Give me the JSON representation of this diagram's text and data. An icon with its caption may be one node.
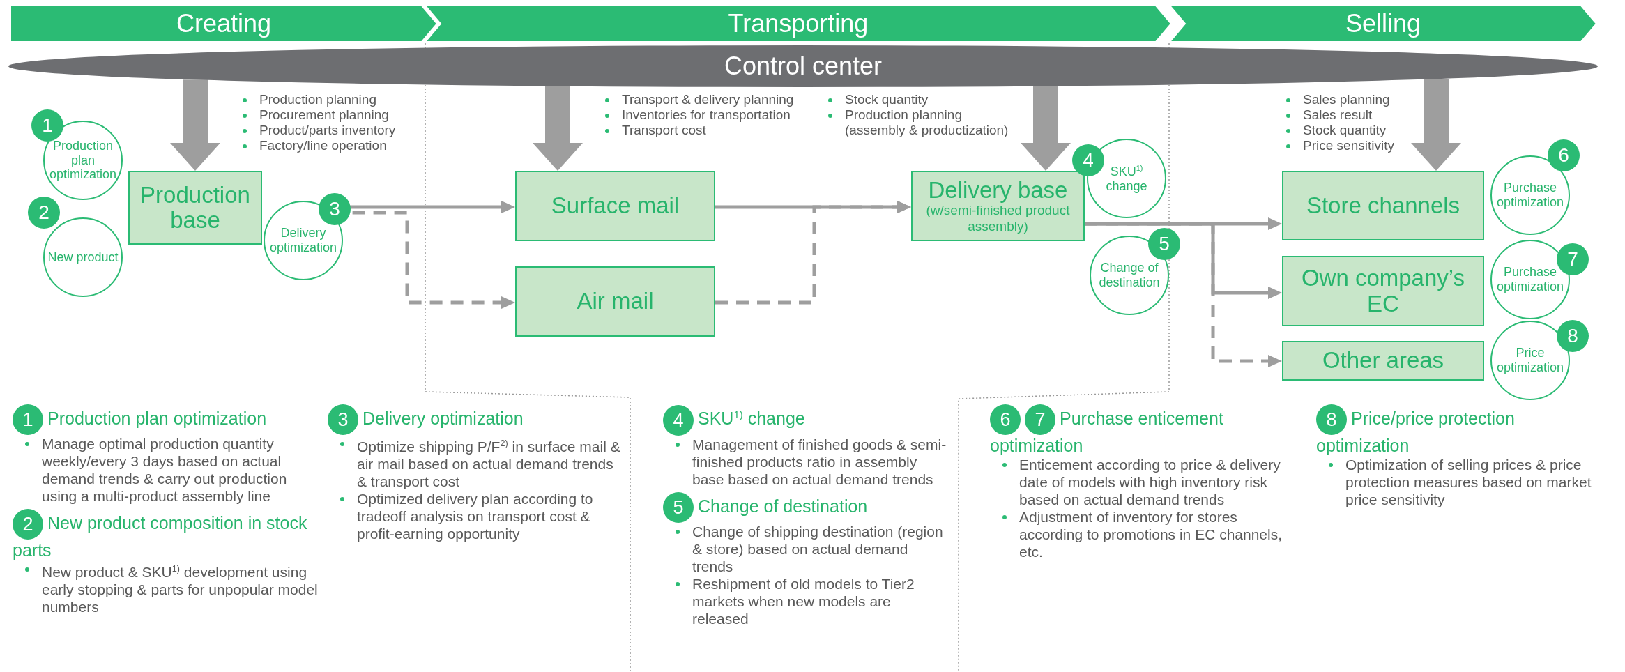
{
  "diagram": {
    "nodes": [
      {
        "text": [
          "Creating"
        ]
      },
      {
        "text": [
          "Transporting"
        ]
      },
      {
        "text": [
          "Selling"
        ]
      },
      {
        "text": [
          "Control center"
        ]
      },
      {
        "text": [
          "Production base"
        ]
      },
      {
        "text": [
          "1",
          "Production plan optimization"
        ]
      },
      {
        "text": [
          "2",
          "New product"
        ]
      },
      {
        "text": [
          "3",
          "Delivery optimization"
        ]
      },
      {
        "text": [
          "Surface mail"
        ]
      },
      {
        "text": [
          "Air mail"
        ]
      },
      {
        "text": [
          "Delivery base",
          "(w/semi-finished product assembly)"
        ]
      },
      {
        "text": [
          "4",
          "SKU$^{1)}$ change"
        ]
      },
      {
        "text": [
          "5",
          "Change of destination"
        ]
      },
      {
        "text": [
          "Store channels"
        ]
      },
      {
        "text": [
          "6",
          "Purchase optimization"
        ]
      },
      {
        "text": [
          "Own company’s EC"
        ]
      },
      {
        "text": [
          "7",
          "Purchase optimization"
        ]
      },
      {
        "text": [
          "Other areas"
        ]
      },
      {
        "text": [
          "8",
          "Price optimization"
        ]
      }
    ],
    "edges": [
      {
        "from": 3,
        "to": 4,
        "arrow": "to",
        "style": "thick"
      },
      {
        "from": 3,
        "to": 8,
        "arrow": "to",
        "style": "thick"
      },
      {
        "from": 3,
        "to": 10,
        "arrow": "to",
        "style": "thick"
      },
      {
        "from": 3,
        "to": 13,
        "arrow": "to",
        "style": "thick"
      },
      {
        "from": 7,
        "to": 8,
        "arrow": "to"
      },
      {
        "from": 7,
        "to": 9,
        "arrow": "to",
        "style": "dashed"
      },
      {
        "from": 8,
        "to": 10,
        "arrow": "to"
      },
      {
        "from": 9,
        "to": 10,
        "arrow": "to",
        "style": "dashed"
      },
      {
        "from": 10,
        "to": 13,
        "arrow": "to"
      },
      {
        "from": 10,
        "to": 15,
        "arrow": "to"
      },
      {
        "from": 10,
        "to": 17,
        "arrow": "to",
        "style": "dashed"
      }
    ],
    "labels": [
      "Production planning",
      "Procurement planning",
      "Product/parts inventory",
      "Factory/line operation",
      "Transport & delivery planning",
      "Inventories for transportation",
      "Transport cost",
      "Stock quantity",
      "Production planning (assembly & productization)",
      "Sales planning",
      "Sales result",
      "Stock quantity",
      "Price sensitivity",
      "1",
      "Production plan optimization",
      "Manage optimal production quantity weekly/every 3 days based on actual demand trends & carry out production using a multi-product assembly line",
      "2",
      "New product composition in stock parts",
      "New product & SKU$^{1)}$ development using early stopping & parts for unpopular model numbers",
      "3",
      "Delivery optimization",
      "Optimize shipping P/F$^{2)}$ in surface mail & air mail based on actual demand trends & transport cost",
      "Optimized delivery plan according to tradeoff analysis on transport cost & profit-earning opportunity",
      "4",
      "SKU$^{1)}$ change",
      "Management of finished goods & semi-finished products ratio in assembly base based on actual demand trends",
      "5",
      "Change of destination",
      "Change of shipping destination (region & store) based on actual demand trends",
      "Reshipment of old models to Tier2 markets when new models are released",
      "6",
      "7",
      "Purchase enticement optimization",
      "Enticement according to price & delivery date of models with high inventory risk based on actual demand trends",
      "Adjustment of inventory for stores according to promotions in EC channels, etc.",
      "8",
      "Price/price protection optimization",
      "Optimization of selling prices & price protection measures based on market price sensitivity"
    ]
  }
}
